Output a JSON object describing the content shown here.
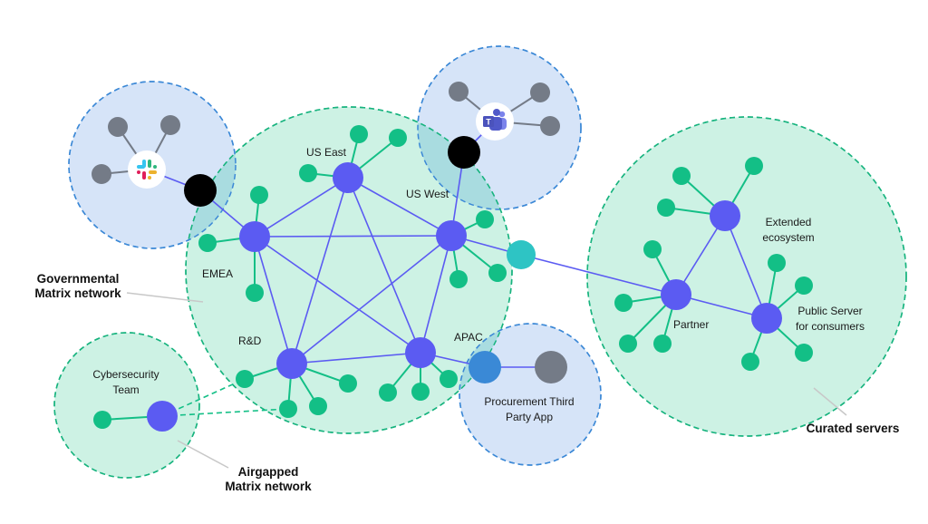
{
  "title": "Matrix network topology",
  "colors": {
    "green_fill": "#cdf2e4",
    "green_stroke": "#17b37e",
    "blue_fill": "#d6e4f8",
    "blue_stroke": "#3b88d6",
    "overlap_fill": "#a9dce0",
    "hub": "#5b5bf2",
    "leaf": "#13bf86",
    "gray_node": "#747b87",
    "bridge": "#000000",
    "gateway": "#2ec4c4",
    "app_gateway": "#3a89d6",
    "hub_edge": "#5b5bf2",
    "leaf_edge": "#13bf86",
    "gray_edge": "#747b87",
    "callout_line": "#c8c8c8"
  },
  "regions": [
    {
      "id": "governmental",
      "kind": "green",
      "label": ""
    },
    {
      "id": "slack-bridge",
      "kind": "blue",
      "label": ""
    },
    {
      "id": "teams-bridge",
      "kind": "blue",
      "label": ""
    },
    {
      "id": "curated",
      "kind": "green",
      "label": ""
    },
    {
      "id": "airgapped",
      "kind": "green",
      "label": ""
    },
    {
      "id": "procurement",
      "kind": "blue",
      "label": ""
    }
  ],
  "callouts": {
    "governmental": [
      "Governmental",
      "Matrix network"
    ],
    "airgapped": [
      "Airgapped",
      "Matrix network"
    ],
    "curated": [
      "Curated servers"
    ]
  },
  "labels": {
    "us_east": "US East",
    "us_west": "US West",
    "emea": "EMEA",
    "rnd": "R&D",
    "apac": "APAC",
    "extended": [
      "Extended",
      "ecosystem"
    ],
    "public_server": [
      "Public Server",
      "for consumers"
    ],
    "partner": "Partner",
    "cybersecurity": [
      "Cybersecurity",
      "Team"
    ],
    "procurement": [
      "Procurement Third",
      "Party App"
    ]
  },
  "icons": {
    "slack": "slack-logo-icon",
    "teams": "microsoft-teams-logo-icon"
  },
  "nodes": [
    {
      "id": "us-east",
      "type": "hub",
      "label_ref": "us_east"
    },
    {
      "id": "us-west",
      "type": "hub",
      "label_ref": "us_west"
    },
    {
      "id": "emea",
      "type": "hub",
      "label_ref": "emea"
    },
    {
      "id": "rnd",
      "type": "hub",
      "label_ref": "rnd"
    },
    {
      "id": "apac",
      "type": "hub",
      "label_ref": "apac"
    },
    {
      "id": "extended",
      "type": "hub",
      "label_ref": "extended"
    },
    {
      "id": "partner",
      "type": "hub",
      "label_ref": "partner"
    },
    {
      "id": "public",
      "type": "hub",
      "label_ref": "public_server"
    },
    {
      "id": "cyber",
      "type": "hub",
      "label_ref": "cybersecurity"
    },
    {
      "id": "slack-bridge",
      "type": "bridge"
    },
    {
      "id": "teams-bridge",
      "type": "bridge"
    },
    {
      "id": "gateway",
      "type": "gateway"
    },
    {
      "id": "proc-gw",
      "type": "app_gateway"
    },
    {
      "id": "proc-app",
      "type": "gray"
    },
    {
      "id": "slack",
      "type": "app_icon",
      "icon": "slack"
    },
    {
      "id": "teams",
      "type": "app_icon",
      "icon": "teams"
    }
  ],
  "hub_edges": [
    [
      "emea",
      "us-east"
    ],
    [
      "emea",
      "us-west"
    ],
    [
      "emea",
      "rnd"
    ],
    [
      "emea",
      "apac"
    ],
    [
      "us-east",
      "us-west"
    ],
    [
      "us-east",
      "rnd"
    ],
    [
      "us-east",
      "apac"
    ],
    [
      "us-west",
      "rnd"
    ],
    [
      "us-west",
      "apac"
    ],
    [
      "rnd",
      "apac"
    ],
    [
      "emea",
      "slack-bridge"
    ],
    [
      "slack-bridge",
      "slack"
    ],
    [
      "us-west",
      "teams-bridge"
    ],
    [
      "teams-bridge",
      "teams"
    ],
    [
      "us-west",
      "gateway"
    ],
    [
      "gateway",
      "partner"
    ],
    [
      "partner",
      "extended"
    ],
    [
      "partner",
      "public"
    ],
    [
      "extended",
      "public"
    ],
    [
      "apac",
      "proc-gw"
    ],
    [
      "proc-gw",
      "proc-app"
    ]
  ],
  "dashed_links": [
    [
      "cyber",
      "rnd-leaf-1"
    ],
    [
      "cyber",
      "rnd-leaf-2"
    ]
  ]
}
